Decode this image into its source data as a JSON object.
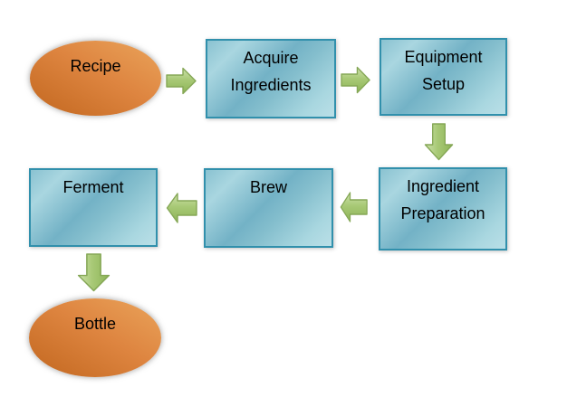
{
  "colors": {
    "background": "#ffffff",
    "process_box_fill_light": "#a9d6e0",
    "process_box_fill_dark": "#73b2c6",
    "process_box_border": "#3190ac",
    "terminator_fill_light": "#eaa45b",
    "terminator_fill_dark": "#c2671f",
    "arrow_fill_light": "#cde1ab",
    "arrow_fill_dark": "#8db457",
    "arrow_border": "#85a756",
    "text": "#000000"
  },
  "diagram": {
    "type": "flowchart",
    "nodes": {
      "recipe": {
        "shape": "ellipse",
        "label": "Recipe",
        "lines": [
          "Recipe"
        ]
      },
      "acquire_ingredients": {
        "shape": "rectangle",
        "label": "Acquire Ingredients",
        "lines": [
          "Acquire",
          "Ingredients"
        ]
      },
      "equipment_setup": {
        "shape": "rectangle",
        "label": "Equipment Setup",
        "lines": [
          "Equipment",
          "Setup"
        ]
      },
      "ingredient_preparation": {
        "shape": "rectangle",
        "label": "Ingredient Preparation",
        "lines": [
          "Ingredient",
          "Preparation"
        ]
      },
      "brew": {
        "shape": "rectangle",
        "label": "Brew",
        "lines": [
          "Brew"
        ]
      },
      "ferment": {
        "shape": "rectangle",
        "label": "Ferment",
        "lines": [
          "Ferment"
        ]
      },
      "bottle": {
        "shape": "ellipse",
        "label": "Bottle",
        "lines": [
          "Bottle"
        ]
      }
    },
    "edges": [
      {
        "from": "Recipe",
        "to": "Acquire Ingredients",
        "direction": "right"
      },
      {
        "from": "Acquire Ingredients",
        "to": "Equipment Setup",
        "direction": "right"
      },
      {
        "from": "Equipment Setup",
        "to": "Ingredient Preparation",
        "direction": "down"
      },
      {
        "from": "Ingredient Preparation",
        "to": "Brew",
        "direction": "left"
      },
      {
        "from": "Brew",
        "to": "Ferment",
        "direction": "left"
      },
      {
        "from": "Ferment",
        "to": "Bottle",
        "direction": "down"
      }
    ]
  }
}
